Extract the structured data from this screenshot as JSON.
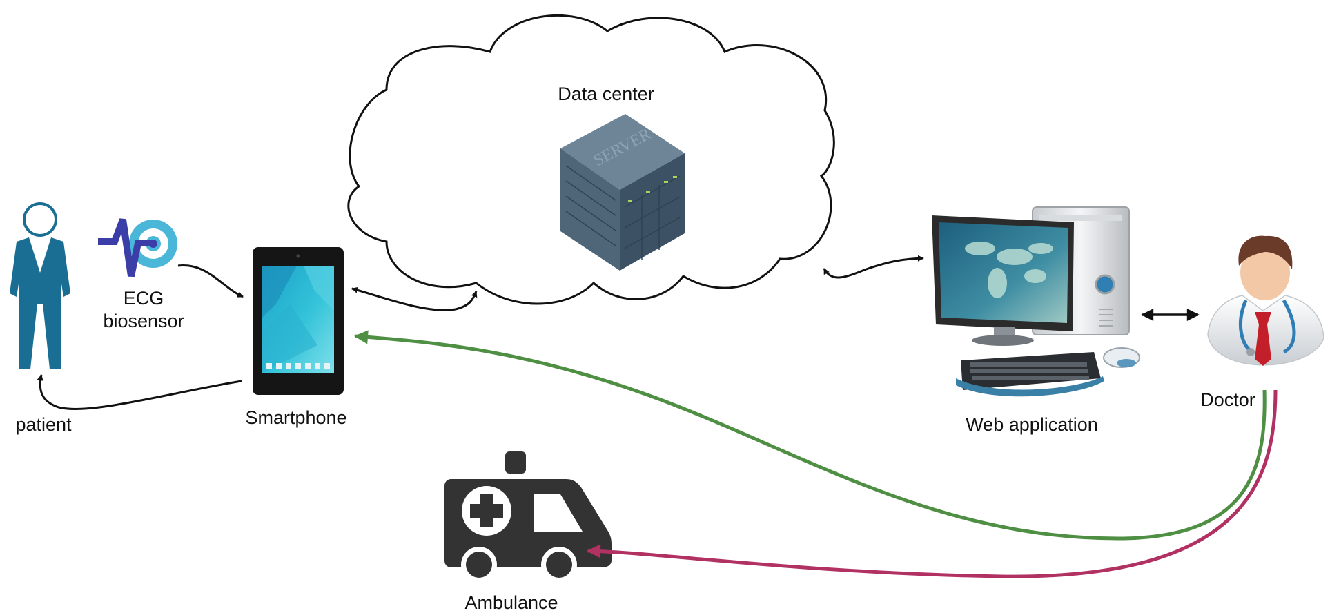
{
  "nodes": {
    "patient": {
      "label": "patient"
    },
    "ecg": {
      "label_line1": "ECG",
      "label_line2": "biosensor"
    },
    "smartphone": {
      "label": "Smartphone"
    },
    "data_center": {
      "label": "Data center",
      "server_text": "SERVER"
    },
    "web_app": {
      "label": "Web application"
    },
    "doctor": {
      "label": "Doctor"
    },
    "ambulance": {
      "label": "Ambulance"
    }
  },
  "colors": {
    "patient": "#1a6e93",
    "ecg_wave": "#3a3ea6",
    "ecg_target": "#4ab6d8",
    "arrow_default": "#111111",
    "arrow_green": "#4f8f44",
    "arrow_magenta": "#b23163",
    "ambulance": "#333333",
    "server_body": "#4f6679"
  },
  "connections": [
    {
      "from": "ecg",
      "to": "smartphone",
      "kind": "one-way",
      "color": "arrow_default"
    },
    {
      "from": "smartphone",
      "to": "patient",
      "kind": "one-way",
      "color": "arrow_default"
    },
    {
      "from": "smartphone",
      "to": "data_center",
      "kind": "two-way",
      "color": "arrow_default"
    },
    {
      "from": "data_center",
      "to": "web_app",
      "kind": "two-way",
      "color": "arrow_default"
    },
    {
      "from": "web_app",
      "to": "doctor",
      "kind": "two-way",
      "color": "arrow_default"
    },
    {
      "from": "doctor",
      "to": "smartphone",
      "kind": "one-way",
      "color": "arrow_green"
    },
    {
      "from": "doctor",
      "to": "ambulance",
      "kind": "one-way",
      "color": "arrow_magenta"
    }
  ]
}
